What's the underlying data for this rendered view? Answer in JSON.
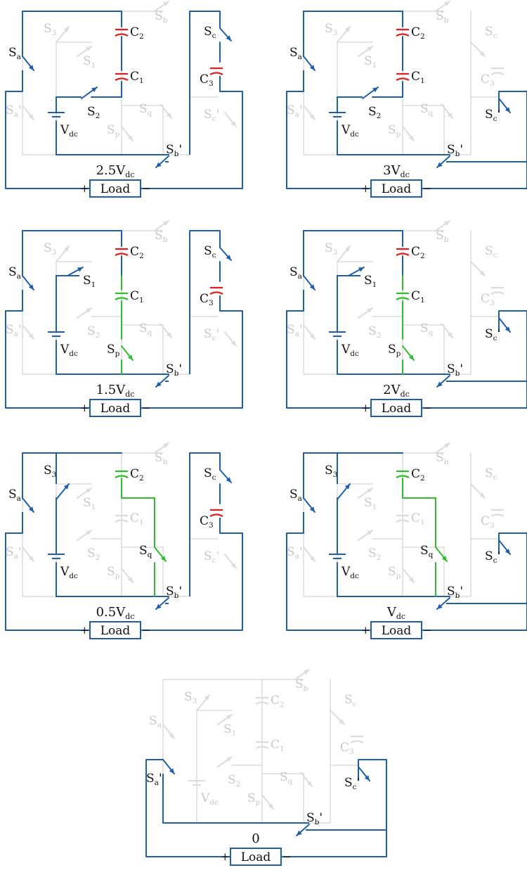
{
  "colors": {
    "active": "#1f5fa8",
    "inactive": "#dcdcdc",
    "inactive_text": "#c8c8c8",
    "green": "#2dbd2d",
    "red": "#e02020",
    "text": "#111111"
  },
  "labels": {
    "S3": "S",
    "S3_sub": "3",
    "S1": "S",
    "S1_sub": "1",
    "S2": "S",
    "S2_sub": "2",
    "Sb": "S",
    "Sb_sub": "b",
    "Sa": "S",
    "Sa_sub": "a",
    "Sap": "S",
    "Sap_sub": "a",
    "Sq": "S",
    "Sq_sub": "q",
    "Sp": "S",
    "Sp_sub": "p",
    "Sc": "S",
    "Sc_sub": "c",
    "Scp": "S",
    "Scp_sub": "c",
    "Sbp": "S",
    "Sbp_sub": "b",
    "C1": "C",
    "C1_sub": "1",
    "C2": "C",
    "C2_sub": "2",
    "C3": "C",
    "C3_sub": "3",
    "V": "V",
    "V_sub": "dc",
    "prime": "'",
    "load": "Load",
    "plus": "+",
    "minus": "−"
  },
  "panels": [
    {
      "output": "2.5V",
      "output_sub": "dc",
      "on": [
        "Sa",
        "S2",
        "Sbp",
        "Sc"
      ],
      "paths": [
        "SaTop",
        "SaDown",
        "SaLoad",
        "C2",
        "C1",
        "C1Top",
        "S2",
        "VdcMid",
        "BotLeft",
        "BotRight",
        "SbpLoad",
        "ScTop",
        "ScDown",
        "C3",
        "C3Right",
        "Sbp"
      ],
      "caps": {
        "C1": "red",
        "C2": "red",
        "C3": "red"
      }
    },
    {
      "output": "3V",
      "output_sub": "dc",
      "on": [
        "Sa",
        "S2",
        "Sbp",
        "Scp"
      ],
      "paths": [
        "SaTop",
        "SaDown",
        "SaLoad",
        "C2",
        "C1",
        "C1Top",
        "S2",
        "VdcMid",
        "BotLeft",
        "SbpLoad",
        "ScpDown",
        "Sbp"
      ],
      "caps": {
        "C1": "red",
        "C2": "red",
        "C3": "none"
      }
    },
    {
      "output": "1.5V",
      "output_sub": "dc",
      "on": [
        "Sa",
        "S1",
        "Sp",
        "Sbp",
        "Sc"
      ],
      "paths": [
        "SaTop",
        "SaDown",
        "SaLoad",
        "C2",
        "S1",
        "VdcHi",
        "BotLeft",
        "BotRight",
        "SbpLoad",
        "ScTop",
        "ScDown",
        "C3",
        "C3Right",
        "Sbp"
      ],
      "greens": [
        "C1",
        "SpLine"
      ],
      "caps": {
        "C1": "green",
        "C2": "red",
        "C3": "red"
      }
    },
    {
      "output": "2V",
      "output_sub": "dc",
      "on": [
        "Sa",
        "S1",
        "Sp",
        "Sbp",
        "Scp"
      ],
      "paths": [
        "SaTop",
        "SaDown",
        "SaLoad",
        "C2",
        "S1",
        "VdcHi",
        "BotLeft",
        "SbpLoad",
        "ScpDown",
        "Sbp"
      ],
      "greens": [
        "C1",
        "SpLine"
      ],
      "caps": {
        "C1": "green",
        "C2": "red",
        "C3": "none"
      }
    },
    {
      "output": "0.5V",
      "output_sub": "dc",
      "on": [
        "Sa",
        "S3",
        "Sq",
        "Sbp",
        "Sc"
      ],
      "paths": [
        "SaTop",
        "SaDown",
        "SaLoad",
        "S3",
        "VdcTop",
        "BotLeft",
        "BotRight",
        "SbpLoad",
        "ScTop",
        "ScDown",
        "C3",
        "C3Right",
        "Sbp"
      ],
      "greens": [
        "TopMid",
        "C2",
        "SqLine"
      ],
      "caps": {
        "C1": "none",
        "C2": "green",
        "C3": "red"
      }
    },
    {
      "output": "V",
      "output_sub": "dc",
      "on": [
        "Sa",
        "S3",
        "Sq",
        "Sbp",
        "Scp"
      ],
      "paths": [
        "SaTop",
        "SaDown",
        "SaLoad",
        "S3",
        "VdcTop",
        "BotLeft",
        "SbpLoad",
        "ScpDown",
        "Sbp"
      ],
      "greens": [
        "TopMid",
        "C2",
        "SqLine"
      ],
      "caps": {
        "C1": "none",
        "C2": "green",
        "C3": "none"
      }
    },
    {
      "output": "0",
      "output_sub": "",
      "on": [
        "Sap",
        "Sbp",
        "Scp"
      ],
      "paths": [
        "SapDown",
        "BotLeftAp",
        "SbpLoad",
        "ScpDown",
        "Sbp"
      ],
      "caps": {
        "C1": "none",
        "C2": "none",
        "C3": "none"
      }
    }
  ]
}
